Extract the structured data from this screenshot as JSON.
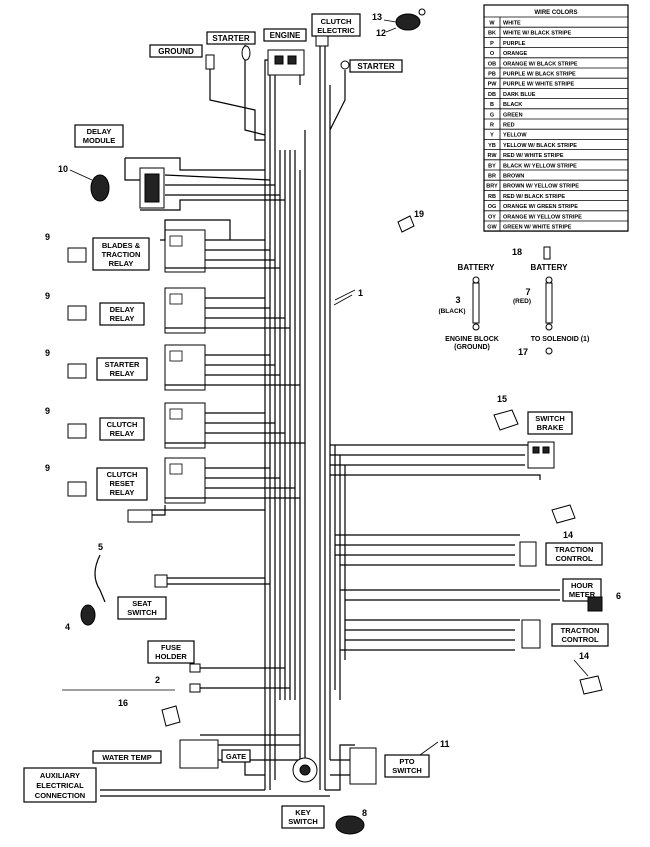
{
  "labels": {
    "ground": "GROUND",
    "starter_top": "STARTER",
    "engine": "ENGINE",
    "clutch_line1": "CLUTCH",
    "clutch_line2": "ELECTRIC",
    "starter_right": "STARTER",
    "delay_module_1": "DELAY",
    "delay_module_2": "MODULE",
    "blades_relay_1": "BLADES &",
    "blades_relay_2": "TRACTION",
    "blades_relay_3": "RELAY",
    "delay_relay_1": "DELAY",
    "delay_relay_2": "RELAY",
    "starter_relay_1": "STARTER",
    "starter_relay_2": "RELAY",
    "clutch_relay_1": "CLUTCH",
    "clutch_relay_2": "RELAY",
    "clutch_reset_1": "CLUTCH",
    "clutch_reset_2": "RESET",
    "clutch_reset_3": "RELAY",
    "seat_switch_1": "SEAT",
    "seat_switch_2": "SWITCH",
    "fuse_holder_1": "FUSE",
    "fuse_holder_2": "HOLDER",
    "water_temp": "WATER TEMP",
    "gate": "GATE",
    "aux_1": "AUXILIARY",
    "aux_2": "ELECTRICAL",
    "aux_3": "CONNECTION",
    "key_switch_1": "KEY",
    "key_switch_2": "SWITCH",
    "pto_switch_1": "PTO",
    "pto_switch_2": "SWITCH",
    "switch_brake_1": "SWITCH",
    "switch_brake_2": "BRAKE",
    "traction_control_1": "TRACTION",
    "traction_control_2": "CONTROL",
    "hour_meter_1": "HOUR",
    "hour_meter_2": "METER",
    "battery_left": "BATTERY",
    "battery_right": "BATTERY",
    "black_1": "3",
    "black_2": "(BLACK)",
    "red_1": "7",
    "red_2": "(RED)",
    "engine_block_1": "ENGINE BLOCK",
    "engine_block_2": "(GROUND)",
    "to_solenoid": "TO SOLENOID (1)"
  },
  "callouts": {
    "n13": "13",
    "n12": "12",
    "n10": "10",
    "n9a": "9",
    "n9b": "9",
    "n9c": "9",
    "n9d": "9",
    "n9e": "9",
    "n19": "19",
    "n1": "1",
    "n18": "18",
    "n17": "17",
    "n15": "15",
    "n14a": "14",
    "n14b": "14",
    "n5": "5",
    "n4": "4",
    "n6": "6",
    "n2": "2",
    "n16": "16",
    "n11": "11",
    "n8": "8"
  },
  "color_legend": {
    "title": "WIRE COLORS",
    "rows": [
      {
        "code": "W",
        "text": "WHITE"
      },
      {
        "code": "BK",
        "text": "WHITE W/ BLACK STRIPE"
      },
      {
        "code": "P",
        "text": "PURPLE"
      },
      {
        "code": "O",
        "text": "ORANGE"
      },
      {
        "code": "OB",
        "text": "ORANGE W/ BLACK STRIPE"
      },
      {
        "code": "PB",
        "text": "PURPLE W/ BLACK STRIPE"
      },
      {
        "code": "PW",
        "text": "PURPLE W/ WHITE STRIPE"
      },
      {
        "code": "DB",
        "text": "DARK BLUE"
      },
      {
        "code": "B",
        "text": "BLACK"
      },
      {
        "code": "G",
        "text": "GREEN"
      },
      {
        "code": "R",
        "text": "RED"
      },
      {
        "code": "Y",
        "text": "YELLOW"
      },
      {
        "code": "YB",
        "text": "YELLOW W/ BLACK STRIPE"
      },
      {
        "code": "RW",
        "text": "RED W/ WHITE STRIPE"
      },
      {
        "code": "BY",
        "text": "BLACK W/ YELLOW STRIPE"
      },
      {
        "code": "BR",
        "text": "BROWN"
      },
      {
        "code": "BRY",
        "text": "BROWN W/ YELLOW STRIPE"
      },
      {
        "code": "RB",
        "text": "RED W/ BLACK STRIPE"
      },
      {
        "code": "OG",
        "text": "ORANGE W/ GREEN STRIPE"
      },
      {
        "code": "OY",
        "text": "ORANGE W/ YELLOW STRIPE"
      },
      {
        "code": "GW",
        "text": "GREEN W/ WHITE STRIPE"
      }
    ]
  }
}
